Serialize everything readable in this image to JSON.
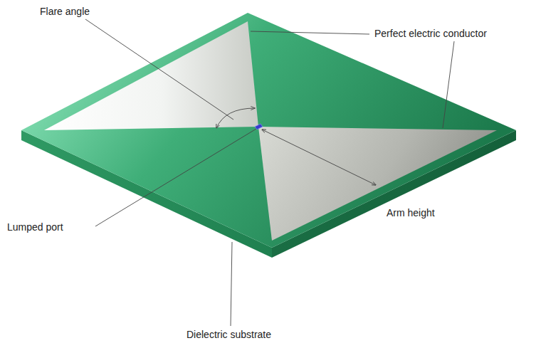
{
  "diagram": {
    "labels": [
      "Flare angle",
      "Perfect electric conductor",
      "Arm height",
      "Lumped port",
      "Dielectric substrate"
    ]
  }
}
